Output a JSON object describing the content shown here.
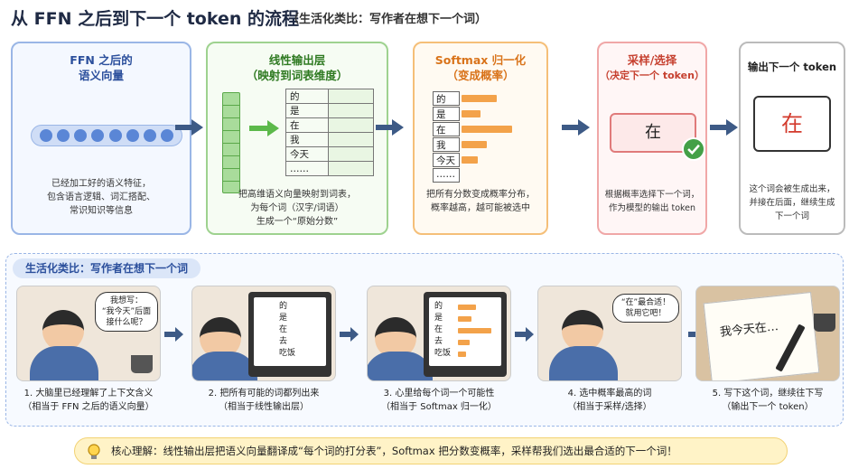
{
  "header": {
    "title": "从 FFN 之后到下一个 token 的流程",
    "subtitle": "（生活化类比：写作者在想下一个词）"
  },
  "stages": [
    {
      "title_line1": "FFN 之后的",
      "title_line2": "语义向量",
      "desc": [
        "已经加工好的语义特征，",
        "包含语言逻辑、词汇搭配、",
        "常识知识等信息"
      ]
    },
    {
      "title_line1": "线性输出层",
      "title_line2": "（映射到词表维度）",
      "words": [
        "的",
        "是",
        "在",
        "我",
        "今天",
        "……"
      ],
      "desc": [
        "把高维语义向量映射到词表，",
        "为每个词（汉字/词语）",
        "生成一个“原始分数”"
      ]
    },
    {
      "title_line1": "Softmax 归一化",
      "title_line2": "（变成概率）",
      "words": [
        "的",
        "是",
        "在",
        "我",
        "今天",
        "……"
      ],
      "probabilities": [
        0.55,
        0.3,
        0.8,
        0.4,
        0.25,
        0
      ],
      "desc": [
        "把所有分数变成概率分布，",
        "概率越高，越可能被选中"
      ]
    },
    {
      "title_line1": "采样/选择",
      "title_line2": "（决定下一个 token）",
      "selected": "在",
      "desc": [
        "根据概率选择下一个词，",
        "作为模型的输出 token"
      ]
    },
    {
      "title_line1": "输出下一个 token",
      "output": "在",
      "desc": [
        "这个词会被生成出来，",
        "并接在后面，继续生成",
        "下一个词"
      ]
    }
  ],
  "analogy": {
    "tag": "生活化类比：写作者在想下一个词",
    "scenes": [
      {
        "speech": [
          "我想写：",
          "“我今天”后面",
          "接什么呢？"
        ],
        "caption": [
          "1. 大脑里已经理解了上下文含义",
          "（相当于 FFN 之后的语义向量）"
        ]
      },
      {
        "screen": [
          "的",
          "是",
          "在",
          "去",
          "吃饭"
        ],
        "caption": [
          "2. 把所有可能的词都列出来",
          "（相当于线性输出层）"
        ]
      },
      {
        "screen": [
          "的",
          "是",
          "在",
          "去",
          "吃饭"
        ],
        "bars": [
          0.45,
          0.35,
          0.85,
          0.3,
          0.2
        ],
        "caption": [
          "3. 心里给每个词一个可能性",
          "（相当于 Softmax 归一化）"
        ]
      },
      {
        "speech": [
          "“在”最合适！",
          "就用它吧！"
        ],
        "caption": [
          "4. 选中概率最高的词",
          "（相当于采样/选择）"
        ]
      },
      {
        "note": "我今天在…",
        "caption": [
          "5. 写下这个词，继续往下写",
          "（输出下一个 token）"
        ]
      }
    ]
  },
  "core": {
    "text": "核心理解：线性输出层把语义向量翻译成“每个词的打分表”，Softmax 把分数变概率，采样帮我们选出最合适的下一个词！"
  },
  "colors": {
    "blue": "#2b4f9c",
    "green": "#2f7a22",
    "orange": "#d9731a",
    "red": "#c6402f",
    "arrow": "#3d5a86"
  },
  "icons": [
    "arrow-right-icon",
    "check-icon",
    "lightbulb-icon"
  ]
}
